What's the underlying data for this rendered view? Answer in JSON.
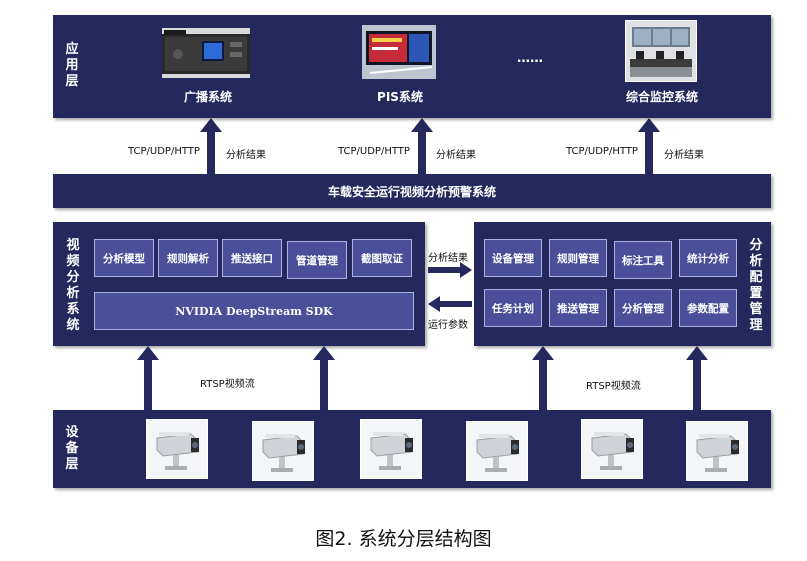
{
  "application_layer": {
    "label": "应用层",
    "systems": [
      {
        "name": "广播系统"
      },
      {
        "name": "PIS系统"
      },
      {
        "name": "综合监控系统"
      }
    ],
    "ellipsis": "……"
  },
  "links_up": [
    {
      "protocol": "TCP/UDP/HTTP",
      "result": "分析结果"
    },
    {
      "protocol": "TCP/UDP/HTTP",
      "result": "分析结果"
    },
    {
      "protocol": "TCP/UDP/HTTP",
      "result": "分析结果"
    }
  ],
  "middle_bar": {
    "title": "车载安全运行视频分析预警系统"
  },
  "video_analysis": {
    "label": "视频分析系统",
    "modules": [
      "分析模型",
      "规则解析",
      "推送接口",
      "管道管理",
      "截图取证"
    ],
    "sdk": "NVIDIA DeepStream SDK"
  },
  "exchange": {
    "to_right": "分析结果",
    "to_left": "运行参数"
  },
  "config_management": {
    "label": "分析配置管理",
    "modules_row1": [
      "设备管理",
      "规则管理",
      "标注工具",
      "统计分析"
    ],
    "modules_row2": [
      "任务计划",
      "推送管理",
      "分析管理",
      "参数配置"
    ]
  },
  "streams": {
    "left": "RTSP视频流",
    "right": "RTSP视频流"
  },
  "device_layer": {
    "label": "设备层",
    "camera_count": 6
  },
  "caption": "图2. 系统分层结构图",
  "colors": {
    "band": "#24285c",
    "module": "#4a4f9a",
    "arrow": "#24285c"
  }
}
